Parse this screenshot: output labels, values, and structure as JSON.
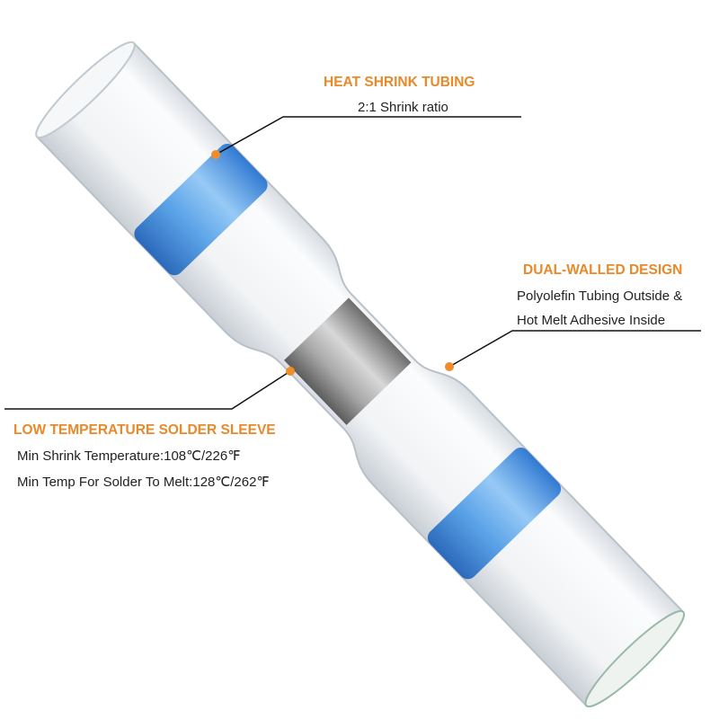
{
  "callouts": {
    "heat_shrink": {
      "title": "HEAT SHRINK TUBING",
      "lines": [
        "2:1 Shrink ratio"
      ]
    },
    "dual_walled": {
      "title": "DUAL-WALLED DESIGN",
      "lines": [
        "Polyolefin Tubing Outside &",
        "Hot Melt Adhesive Inside"
      ]
    },
    "low_temp": {
      "title": "LOW TEMPERATURE SOLDER SLEEVE",
      "lines": [
        "Min Shrink Temperature:108℃/226℉",
        "Min Temp For Solder To Melt:128℃/262℉"
      ]
    }
  },
  "colors": {
    "accent": "#e8892a",
    "dot": "#f28c28",
    "ring": "#3b8fe0",
    "solder": "#9a9a9a"
  }
}
